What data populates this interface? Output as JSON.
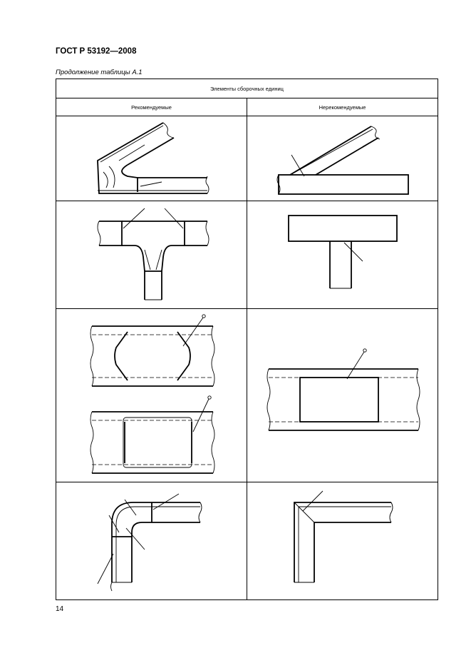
{
  "document": {
    "code": "ГОСТ Р 53192—2008",
    "caption": "Продолжение таблицы А.1",
    "page_number": "14"
  },
  "table": {
    "header": "Элементы сборочных единиц",
    "columns": [
      "Рекомендуемые",
      "Нерекомендуемые"
    ]
  }
}
